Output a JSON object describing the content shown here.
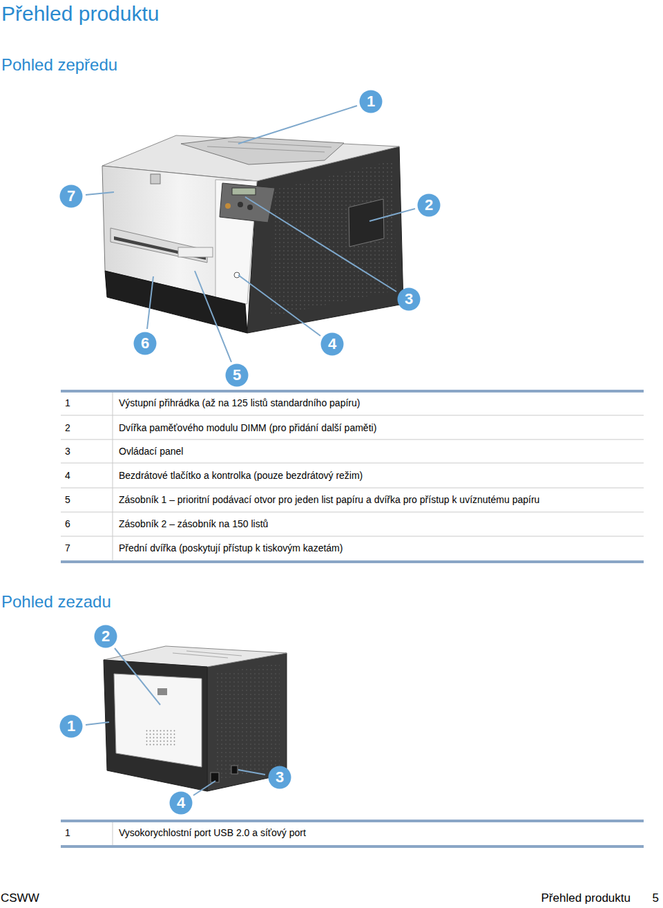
{
  "diagram": {
    "title": "Přehled produktu",
    "nodes": [
      {
        "text": [
          "1"
        ]
      },
      {
        "text": [
          "2"
        ]
      },
      {
        "text": [
          "3"
        ]
      },
      {
        "text": [
          "4"
        ]
      },
      {
        "text": [
          "5"
        ]
      },
      {
        "text": [
          "6"
        ]
      },
      {
        "text": [
          "7"
        ]
      },
      {
        "text": [
          "1"
        ]
      },
      {
        "text": [
          "2"
        ]
      },
      {
        "text": [
          "3"
        ]
      },
      {
        "text": [
          "4"
        ]
      }
    ],
    "labels": [
      "Pohled zepředu",
      "1",
      "Výstupní přihrádka (až na 125 listů standardního papíru)",
      "2",
      "Dvířka paměťového modulu DIMM (pro přidání další paměti)",
      "3",
      "Ovládací panel",
      "4",
      "Bezdrátové tlačítko a kontrolka (pouze bezdrátový režim)",
      "5",
      "Zásobník 1 – prioritní podávací otvor pro jeden list papíru a dvířka pro přístup k uvíznutému papíru",
      "6",
      "Zásobník 2 – zásobník na 150 listů",
      "7",
      "Přední dvířka (poskytují přístup k tiskovým kazetám)",
      "Pohled zezadu",
      "1",
      "Vysokorychlostní port USB 2.0 a síťový port",
      "CSWW",
      "Přehled produktu",
      "5"
    ]
  }
}
